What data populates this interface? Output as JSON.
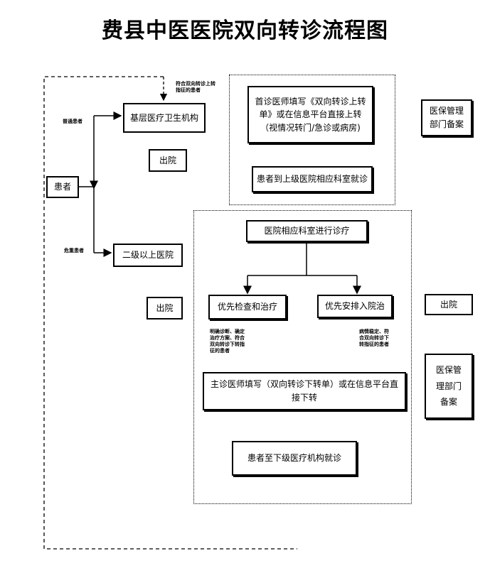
{
  "title": "费县中医医院双向转诊流程图",
  "nodes": {
    "patient": "患者",
    "basic_institution": "基层医疗卫生机构",
    "secondary_hospital": "二级以上医院",
    "discharge_left_top": "出院",
    "discharge_left_bottom": "出院",
    "discharge_right": "出院",
    "upward_form": "首诊医师填写《双向转诊上转单》或在信息平台直接上转（视情况转门/急诊或病房)",
    "upper_hospital_visit": "患者到上级医院相应科室就诊",
    "hospital_dept_treat": "医院相应科室进行诊疗",
    "priority_exam": "优先检查和治疗",
    "priority_admit": "优先安排入院治",
    "downward_form": "主诊医师填写（双向转诊下转单）或在信息平台直接下转",
    "lower_institution_visit": "患者至下级医疗机构就诊",
    "insurance_record_top": "医保管理部门备案",
    "insurance_record_bottom": "医保管理部门备案"
  },
  "labels": {
    "normal_patient": "普通患者",
    "critical_patient": "危重患者",
    "upward_criteria": "符合双向转诊上转指征的患者",
    "diagnosis_clear": "明确诊断、确定治疗方案、符合双向转诊下转指征的患者",
    "condition_stable": "病情稳定、符合双向转诊下转指征的患者"
  }
}
